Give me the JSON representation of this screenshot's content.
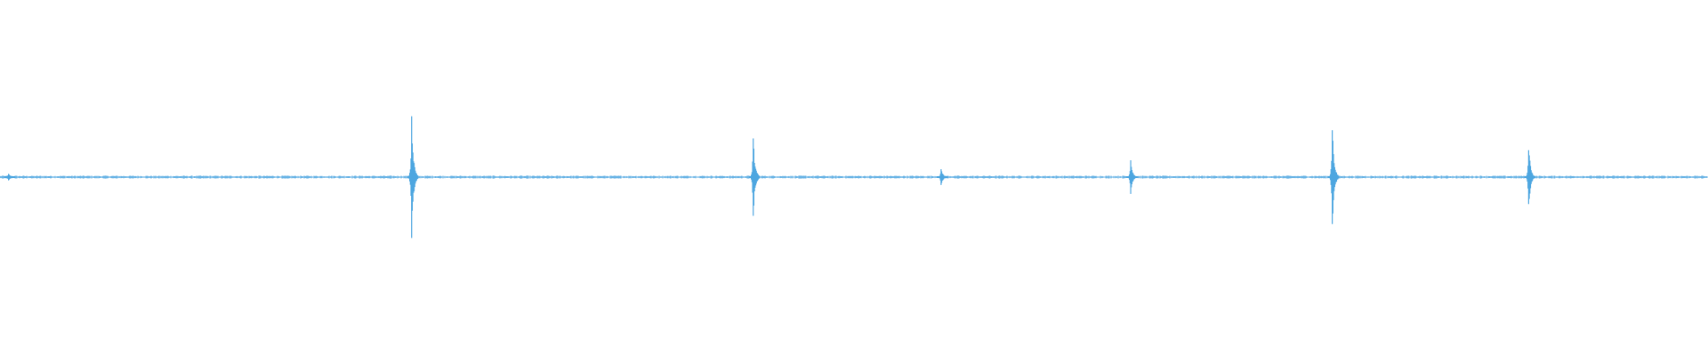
{
  "chart_data": {
    "type": "line",
    "title": "",
    "xlabel": "",
    "ylabel": "",
    "ylim": [
      -1,
      1
    ],
    "grid": false,
    "legend": "none",
    "baseline_color": "#4da6e0",
    "transients": [
      {
        "pos": 0.005,
        "amp": 0.03
      },
      {
        "pos": 0.241,
        "amp": 0.42
      },
      {
        "pos": 0.441,
        "amp": 0.27
      },
      {
        "pos": 0.551,
        "amp": 0.06
      },
      {
        "pos": 0.662,
        "amp": 0.12
      },
      {
        "pos": 0.78,
        "amp": 0.36
      },
      {
        "pos": 0.895,
        "amp": 0.22
      }
    ]
  }
}
